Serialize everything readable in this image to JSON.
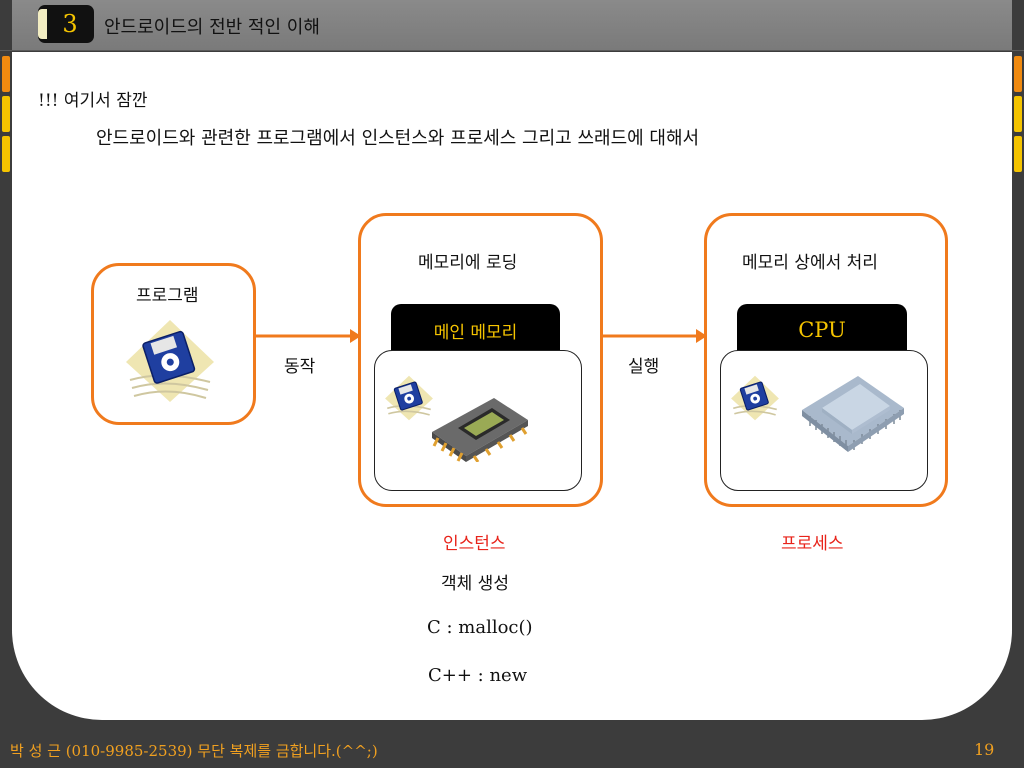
{
  "header": {
    "section_number": "3",
    "title": "안드로이드의 전반 적인 이해"
  },
  "intro": {
    "line1": "!!! 여기서 잠깐",
    "line2": "안드로이드와 관련한 프로그램에서 인스턴스와 프로세스 그리고 쓰래드에 대해서"
  },
  "diagram": {
    "program_box": {
      "label": "프로그램",
      "icon": "floppy-disk-icon"
    },
    "arrow1_label": "동작",
    "memory_box": {
      "label": "메모리에 로딩",
      "tab_label": "메인 메모리",
      "icons": [
        "floppy-disk-icon",
        "ram-chip-icon"
      ]
    },
    "arrow2_label": "실행",
    "cpu_box": {
      "label": "메모리 상에서 처리",
      "tab_label": "CPU",
      "icons": [
        "floppy-disk-icon",
        "cpu-chip-icon"
      ]
    },
    "instance_label": "인스턴스",
    "process_label": "프로세스",
    "notes": [
      "객체 생성",
      "C : malloc()",
      "C++ : new"
    ]
  },
  "colors": {
    "accent_orange": "#f07a1d",
    "emphasis_red": "#e8231a",
    "tab_yellow": "#f5c400"
  },
  "footer": {
    "author": "박 성 근 (010-9985-2539)  무단 복제를 금합니다.(^^;)",
    "page": "19"
  }
}
